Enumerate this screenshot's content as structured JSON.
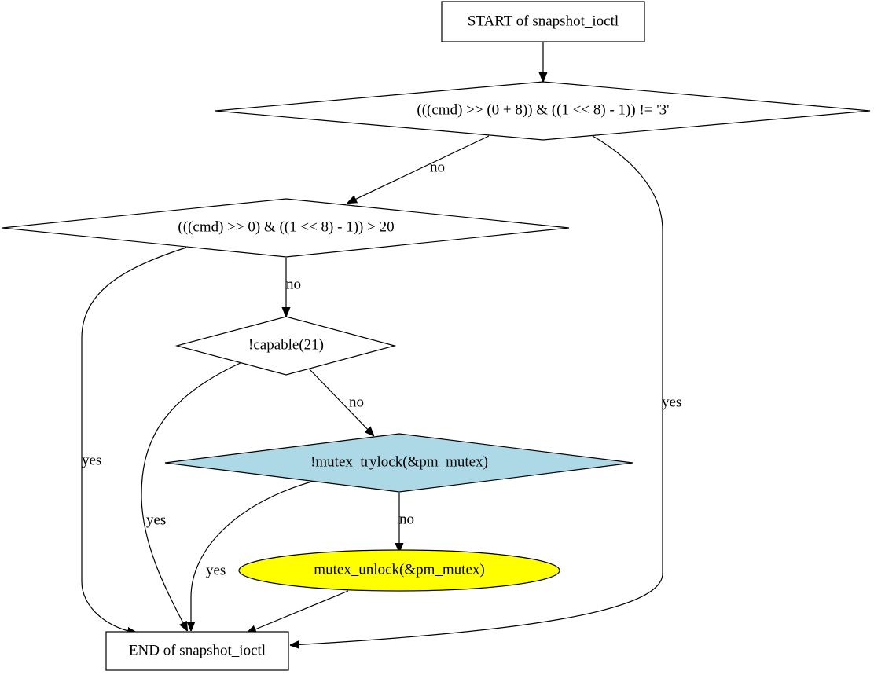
{
  "nodes": {
    "start": {
      "label": "START of snapshot_ioctl"
    },
    "cond1": {
      "label": "(((cmd) >> (0 + 8)) & ((1 << 8) - 1)) != '3'"
    },
    "cond2": {
      "label": "(((cmd) >> 0) & ((1 << 8) - 1)) > 20"
    },
    "cond3": {
      "label": "!capable(21)"
    },
    "cond4": {
      "label": "!mutex_trylock(&pm_mutex)",
      "fill": "#add8e6"
    },
    "action": {
      "label": "mutex_unlock(&pm_mutex)",
      "fill": "#ffff00"
    },
    "end": {
      "label": "END of snapshot_ioctl"
    }
  },
  "edges": {
    "cond1_no": "no",
    "cond1_yes": "yes",
    "cond2_no": "no",
    "cond2_yes": "yes",
    "cond3_no": "no",
    "cond3_yes": "yes",
    "cond4_no": "no",
    "cond4_yes": "yes"
  }
}
